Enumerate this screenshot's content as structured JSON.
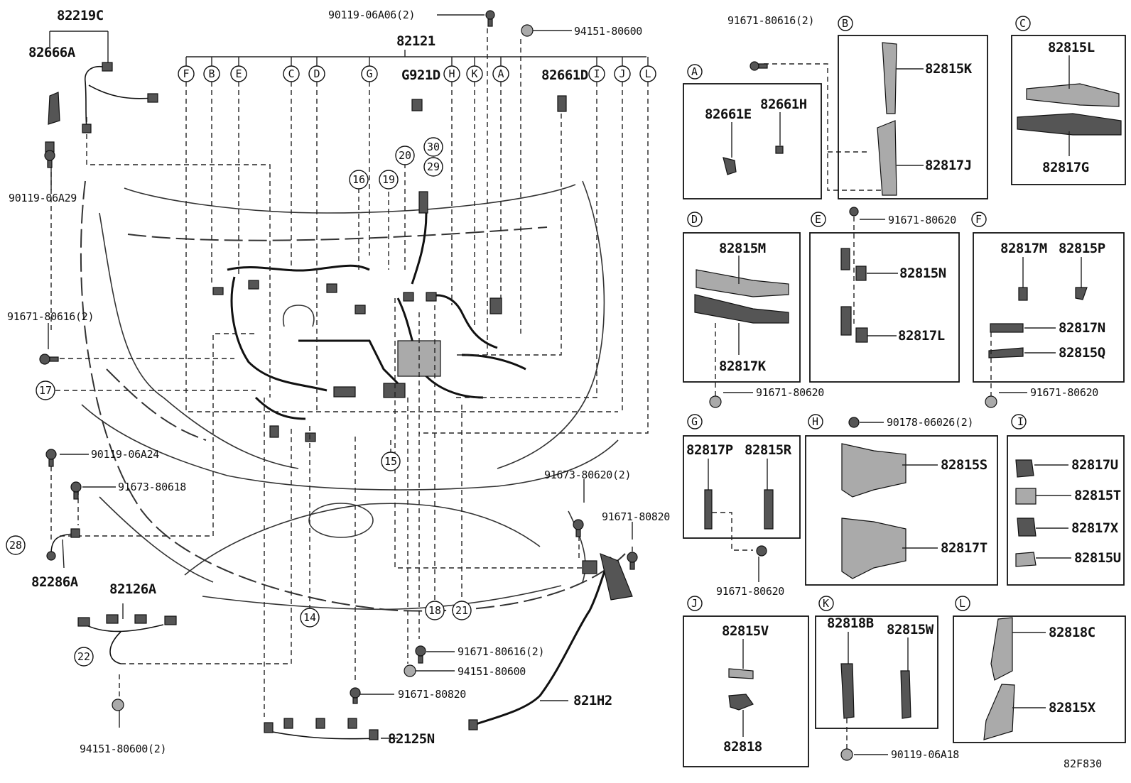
{
  "diagram_id": "82F830",
  "main": {
    "part_82121": "82121",
    "part_82219C": "82219C",
    "part_82666A": "82666A",
    "part_G921D": "G921D",
    "part_82661D": "82661D",
    "part_82286A": "82286A",
    "part_82126A": "82126A",
    "part_82125N": "82125N",
    "part_821H2": "821H2",
    "callout_letters": [
      "F",
      "B",
      "E",
      "C",
      "D",
      "G",
      "H",
      "K",
      "A",
      "I",
      "J",
      "L"
    ],
    "ref_numbers": [
      "14",
      "15",
      "16",
      "17",
      "18",
      "19",
      "20",
      "21",
      "22",
      "28",
      "29",
      "30"
    ],
    "fasteners": {
      "f_90119_06A06": "90119-06A06(2)",
      "f_94151_80600_top": "94151-80600",
      "f_90119_06A29": "90119-06A29",
      "f_91671_80616_left": "91671-80616(2)",
      "f_90119_06A24": "90119-06A24",
      "f_91673_80618": "91673-80618",
      "f_94151_80600_2": "94151-80600(2)",
      "f_91671_80616_bottom": "91671-80616(2)",
      "f_94151_80600_bottom": "94151-80600",
      "f_91671_80820_bottom": "91671-80820",
      "f_91673_80620": "91673-80620(2)",
      "f_91671_80820_right": "91671-80820",
      "f_91671_80616_top": "91671-80616(2)"
    }
  },
  "panels": {
    "A": {
      "letter": "A",
      "parts": [
        "82661E",
        "82661H"
      ]
    },
    "B": {
      "letter": "B",
      "parts": [
        "82815K",
        "82817J"
      ]
    },
    "C": {
      "letter": "C",
      "parts": [
        "82815L",
        "82817G"
      ]
    },
    "D": {
      "letter": "D",
      "parts": [
        "82815M",
        "82817K"
      ],
      "fastener": "91671-80620"
    },
    "E": {
      "letter": "E",
      "parts": [
        "82815N",
        "82817L"
      ],
      "fastener": "91671-80620"
    },
    "F": {
      "letter": "F",
      "parts": [
        "82817M",
        "82815P",
        "82817N",
        "82815Q"
      ],
      "fastener": "91671-80620"
    },
    "G": {
      "letter": "G",
      "parts": [
        "82817P",
        "82815R"
      ],
      "fastener": "91671-80620"
    },
    "H": {
      "letter": "H",
      "parts": [
        "82815S",
        "82817T"
      ],
      "fastener": "90178-06026(2)"
    },
    "I": {
      "letter": "I",
      "parts": [
        "82817U",
        "82815T",
        "82817X",
        "82815U"
      ]
    },
    "J": {
      "letter": "J",
      "parts": [
        "82815V",
        "82818"
      ]
    },
    "K": {
      "letter": "K",
      "parts": [
        "82818B",
        "82815W"
      ],
      "fastener": "90119-06A18"
    },
    "L": {
      "letter": "L",
      "parts": [
        "82818C",
        "82815X"
      ]
    }
  }
}
